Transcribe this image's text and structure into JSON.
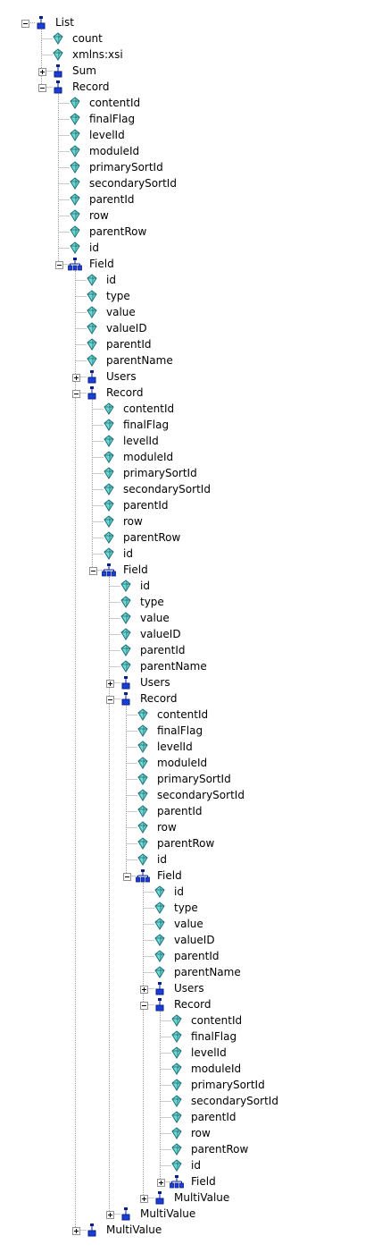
{
  "tree": {
    "nodes": [
      {
        "label": "List",
        "depth": 0,
        "kind": "element",
        "state": "expanded"
      },
      {
        "label": "count",
        "depth": 1,
        "kind": "attribute"
      },
      {
        "label": "xmlns:xsi",
        "depth": 1,
        "kind": "attribute"
      },
      {
        "label": "Sum",
        "depth": 1,
        "kind": "element",
        "state": "collapsed"
      },
      {
        "label": "Record",
        "depth": 1,
        "kind": "element",
        "state": "expanded"
      },
      {
        "label": "contentId",
        "depth": 2,
        "kind": "attribute"
      },
      {
        "label": "finalFlag",
        "depth": 2,
        "kind": "attribute"
      },
      {
        "label": "levelId",
        "depth": 2,
        "kind": "attribute"
      },
      {
        "label": "moduleId",
        "depth": 2,
        "kind": "attribute"
      },
      {
        "label": "primarySortId",
        "depth": 2,
        "kind": "attribute"
      },
      {
        "label": "secondarySortId",
        "depth": 2,
        "kind": "attribute"
      },
      {
        "label": "parentId",
        "depth": 2,
        "kind": "attribute"
      },
      {
        "label": "row",
        "depth": 2,
        "kind": "attribute"
      },
      {
        "label": "parentRow",
        "depth": 2,
        "kind": "attribute"
      },
      {
        "label": "id",
        "depth": 2,
        "kind": "attribute"
      },
      {
        "label": "Field",
        "depth": 2,
        "kind": "sequence",
        "state": "expanded"
      },
      {
        "label": "id",
        "depth": 3,
        "kind": "attribute"
      },
      {
        "label": "type",
        "depth": 3,
        "kind": "attribute"
      },
      {
        "label": "value",
        "depth": 3,
        "kind": "attribute"
      },
      {
        "label": "valueID",
        "depth": 3,
        "kind": "attribute"
      },
      {
        "label": "parentId",
        "depth": 3,
        "kind": "attribute"
      },
      {
        "label": "parentName",
        "depth": 3,
        "kind": "attribute"
      },
      {
        "label": "Users",
        "depth": 3,
        "kind": "element",
        "state": "collapsed"
      },
      {
        "label": "Record",
        "depth": 3,
        "kind": "element",
        "state": "expanded"
      },
      {
        "label": "contentId",
        "depth": 4,
        "kind": "attribute"
      },
      {
        "label": "finalFlag",
        "depth": 4,
        "kind": "attribute"
      },
      {
        "label": "levelId",
        "depth": 4,
        "kind": "attribute"
      },
      {
        "label": "moduleId",
        "depth": 4,
        "kind": "attribute"
      },
      {
        "label": "primarySortId",
        "depth": 4,
        "kind": "attribute"
      },
      {
        "label": "secondarySortId",
        "depth": 4,
        "kind": "attribute"
      },
      {
        "label": "parentId",
        "depth": 4,
        "kind": "attribute"
      },
      {
        "label": "row",
        "depth": 4,
        "kind": "attribute"
      },
      {
        "label": "parentRow",
        "depth": 4,
        "kind": "attribute"
      },
      {
        "label": "id",
        "depth": 4,
        "kind": "attribute"
      },
      {
        "label": "Field",
        "depth": 4,
        "kind": "sequence",
        "state": "expanded"
      },
      {
        "label": "id",
        "depth": 5,
        "kind": "attribute"
      },
      {
        "label": "type",
        "depth": 5,
        "kind": "attribute"
      },
      {
        "label": "value",
        "depth": 5,
        "kind": "attribute"
      },
      {
        "label": "valueID",
        "depth": 5,
        "kind": "attribute"
      },
      {
        "label": "parentId",
        "depth": 5,
        "kind": "attribute"
      },
      {
        "label": "parentName",
        "depth": 5,
        "kind": "attribute"
      },
      {
        "label": "Users",
        "depth": 5,
        "kind": "element",
        "state": "collapsed"
      },
      {
        "label": "Record",
        "depth": 5,
        "kind": "element",
        "state": "expanded"
      },
      {
        "label": "contentId",
        "depth": 6,
        "kind": "attribute"
      },
      {
        "label": "finalFlag",
        "depth": 6,
        "kind": "attribute"
      },
      {
        "label": "levelId",
        "depth": 6,
        "kind": "attribute"
      },
      {
        "label": "moduleId",
        "depth": 6,
        "kind": "attribute"
      },
      {
        "label": "primarySortId",
        "depth": 6,
        "kind": "attribute"
      },
      {
        "label": "secondarySortId",
        "depth": 6,
        "kind": "attribute"
      },
      {
        "label": "parentId",
        "depth": 6,
        "kind": "attribute"
      },
      {
        "label": "row",
        "depth": 6,
        "kind": "attribute"
      },
      {
        "label": "parentRow",
        "depth": 6,
        "kind": "attribute"
      },
      {
        "label": "id",
        "depth": 6,
        "kind": "attribute"
      },
      {
        "label": "Field",
        "depth": 6,
        "kind": "sequence",
        "state": "expanded"
      },
      {
        "label": "id",
        "depth": 7,
        "kind": "attribute"
      },
      {
        "label": "type",
        "depth": 7,
        "kind": "attribute"
      },
      {
        "label": "value",
        "depth": 7,
        "kind": "attribute"
      },
      {
        "label": "valueID",
        "depth": 7,
        "kind": "attribute"
      },
      {
        "label": "parentId",
        "depth": 7,
        "kind": "attribute"
      },
      {
        "label": "parentName",
        "depth": 7,
        "kind": "attribute"
      },
      {
        "label": "Users",
        "depth": 7,
        "kind": "element",
        "state": "collapsed"
      },
      {
        "label": "Record",
        "depth": 7,
        "kind": "element",
        "state": "expanded"
      },
      {
        "label": "contentId",
        "depth": 8,
        "kind": "attribute"
      },
      {
        "label": "finalFlag",
        "depth": 8,
        "kind": "attribute"
      },
      {
        "label": "levelId",
        "depth": 8,
        "kind": "attribute"
      },
      {
        "label": "moduleId",
        "depth": 8,
        "kind": "attribute"
      },
      {
        "label": "primarySortId",
        "depth": 8,
        "kind": "attribute"
      },
      {
        "label": "secondarySortId",
        "depth": 8,
        "kind": "attribute"
      },
      {
        "label": "parentId",
        "depth": 8,
        "kind": "attribute"
      },
      {
        "label": "row",
        "depth": 8,
        "kind": "attribute"
      },
      {
        "label": "parentRow",
        "depth": 8,
        "kind": "attribute"
      },
      {
        "label": "id",
        "depth": 8,
        "kind": "attribute"
      },
      {
        "label": "Field",
        "depth": 8,
        "kind": "sequence",
        "state": "collapsed"
      },
      {
        "label": "MultiValue",
        "depth": 7,
        "kind": "element",
        "state": "collapsed"
      },
      {
        "label": "MultiValue",
        "depth": 5,
        "kind": "element",
        "state": "collapsed"
      },
      {
        "label": "MultiValue",
        "depth": 3,
        "kind": "element",
        "state": "collapsed"
      }
    ]
  },
  "colors": {
    "guide": "#9a9a9a",
    "toggle_border": "#919191",
    "toggle_sign": "#000000",
    "element_icon": "#1a3fd6",
    "element_icon_dark": "#0a1f8a",
    "attribute_icon": "#6fd8d0",
    "attribute_icon_dark": "#1f6f78",
    "text": "#000000"
  }
}
